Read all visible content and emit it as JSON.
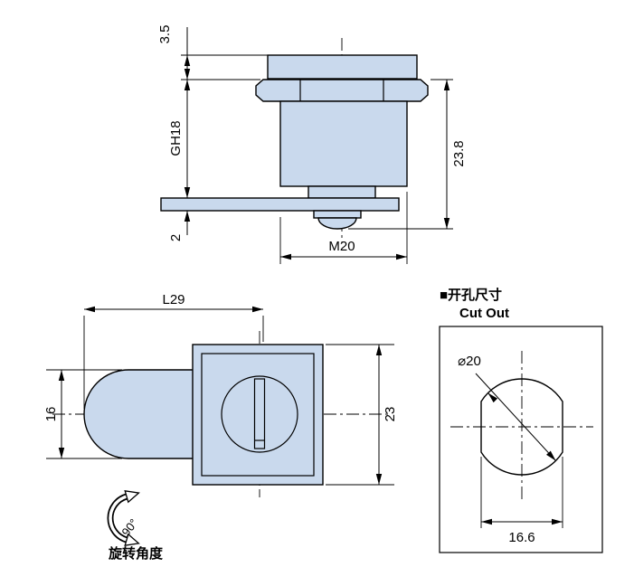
{
  "drawing": {
    "front_view": {
      "dim_flange_thickness": "3.5",
      "dim_grip_height": "GH18",
      "dim_cam_thickness": "2",
      "dim_overall_height": "23.8",
      "dim_thread": "M20"
    },
    "side_view": {
      "dim_length": "L29",
      "dim_barrel_height": "16",
      "dim_square_height": "23",
      "rotation_angle": "90°",
      "rotation_label": "旋转角度"
    },
    "cutout_view": {
      "heading_cn": "■开孔尺寸",
      "heading_en": "Cut Out",
      "dim_diameter": "⌀20",
      "dim_across_flats": "16.6"
    }
  },
  "colors": {
    "body_fill": "#c9d9ed"
  }
}
